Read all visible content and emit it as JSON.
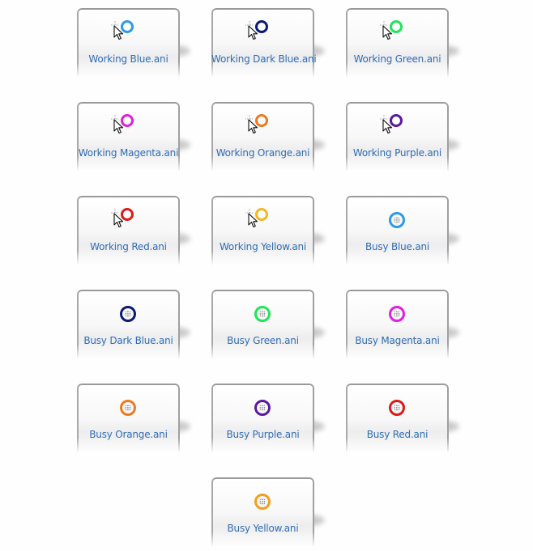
{
  "cursors": [
    {
      "label": "Working Blue.ani",
      "type": "working",
      "color": "#2e9be8"
    },
    {
      "label": "Working Dark Blue.ani",
      "type": "working",
      "color": "#0a1a78"
    },
    {
      "label": "Working Green.ani",
      "type": "working",
      "color": "#22e35a"
    },
    {
      "label": "Working Magenta.ani",
      "type": "working",
      "color": "#e21ee0"
    },
    {
      "label": "Working Orange.ani",
      "type": "working",
      "color": "#ee7a1e"
    },
    {
      "label": "Working Purple.ani",
      "type": "working",
      "color": "#5a1aa0"
    },
    {
      "label": "Working Red.ani",
      "type": "working",
      "color": "#dd1a1a"
    },
    {
      "label": "Working Yellow.ani",
      "type": "working",
      "color": "#f0b91e"
    },
    {
      "label": "Busy Blue.ani",
      "type": "busy",
      "color": "#2e9be8"
    },
    {
      "label": "Busy Dark Blue.ani",
      "type": "busy",
      "color": "#0a1a78"
    },
    {
      "label": "Busy Green.ani",
      "type": "busy",
      "color": "#22e35a"
    },
    {
      "label": "Busy Magenta.ani",
      "type": "busy",
      "color": "#e21ee0"
    },
    {
      "label": "Busy Orange.ani",
      "type": "busy",
      "color": "#ee7a1e"
    },
    {
      "label": "Busy Purple.ani",
      "type": "busy",
      "color": "#5a1aa0"
    },
    {
      "label": "Busy Red.ani",
      "type": "busy",
      "color": "#dd1a1a"
    },
    {
      "label": "Busy Yellow.ani",
      "type": "busy",
      "color": "#f0a01e"
    }
  ]
}
